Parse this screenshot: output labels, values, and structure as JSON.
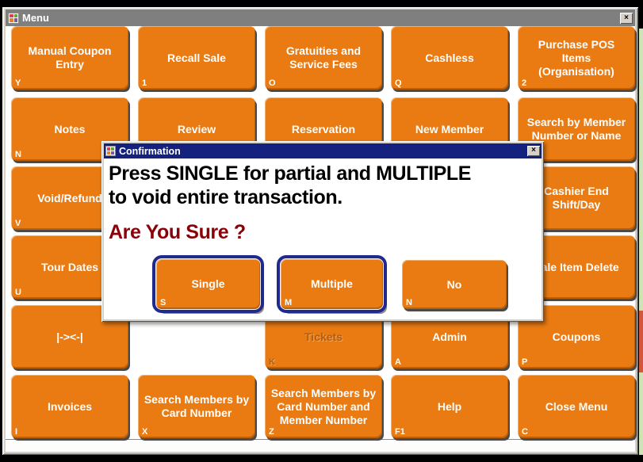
{
  "window": {
    "title": "Menu",
    "close_glyph": "×"
  },
  "dialog": {
    "title": "Confirmation",
    "close_glyph": "×",
    "message_line1": "Press SINGLE for partial and MULTIPLE",
    "message_line2": "to void entire transaction.",
    "warning": "Are You Sure ?",
    "buttons": [
      {
        "label": "Single",
        "shortcut": "S",
        "focused": true
      },
      {
        "label": "Multiple",
        "shortcut": "M",
        "focused": true
      },
      {
        "label": "No",
        "shortcut": "N",
        "focused": false
      }
    ]
  },
  "grid": {
    "cells": [
      {
        "row": 0,
        "col": 0,
        "label": "Manual Coupon Entry",
        "shortcut": "Y"
      },
      {
        "row": 0,
        "col": 1,
        "label": "Recall Sale",
        "shortcut": "1"
      },
      {
        "row": 0,
        "col": 2,
        "label": "Gratuities and Service Fees",
        "shortcut": "O"
      },
      {
        "row": 0,
        "col": 3,
        "label": "Cashless",
        "shortcut": "Q"
      },
      {
        "row": 0,
        "col": 4,
        "label": "Purchase POS Items (Organisation)",
        "shortcut": "2"
      },
      {
        "row": 1,
        "col": 0,
        "label": "Notes",
        "shortcut": "N"
      },
      {
        "row": 1,
        "col": 1,
        "label": "Review",
        "shortcut": ""
      },
      {
        "row": 1,
        "col": 2,
        "label": "Reservation",
        "shortcut": ""
      },
      {
        "row": 1,
        "col": 3,
        "label": "New Member",
        "shortcut": ""
      },
      {
        "row": 1,
        "col": 4,
        "label": "Search by Member Number or Name",
        "shortcut": ""
      },
      {
        "row": 2,
        "col": 0,
        "label": "Void/Refund",
        "shortcut": "V"
      },
      {
        "row": 2,
        "col": 4,
        "label": "Cashier End Shift/Day",
        "shortcut": ""
      },
      {
        "row": 3,
        "col": 0,
        "label": "Tour Dates",
        "shortcut": "U"
      },
      {
        "row": 3,
        "col": 4,
        "label": "Sale Item Delete",
        "shortcut": ""
      },
      {
        "row": 4,
        "col": 0,
        "label": "|-><-|",
        "shortcut": ""
      },
      {
        "row": 4,
        "col": 2,
        "label": "Tickets",
        "shortcut": "K",
        "disabled": true
      },
      {
        "row": 4,
        "col": 3,
        "label": "Admin",
        "shortcut": "A"
      },
      {
        "row": 4,
        "col": 4,
        "label": "Coupons",
        "shortcut": "P"
      },
      {
        "row": 5,
        "col": 0,
        "label": "Invoices",
        "shortcut": "I"
      },
      {
        "row": 5,
        "col": 1,
        "label": "Search Members by Card Number",
        "shortcut": "X"
      },
      {
        "row": 5,
        "col": 2,
        "label": "Search Members by Card Number and Member Number",
        "shortcut": "Z"
      },
      {
        "row": 5,
        "col": 3,
        "label": "Help",
        "shortcut": "F1"
      },
      {
        "row": 5,
        "col": 4,
        "label": "Close Menu",
        "shortcut": "C"
      }
    ]
  },
  "colors": {
    "button_orange": "#EA7B12",
    "dialog_title_blue": "#14217E",
    "warning_red": "#8B0008",
    "titlebar_gray": "#7F7F7F",
    "focus_ring_blue": "#202A8E"
  }
}
